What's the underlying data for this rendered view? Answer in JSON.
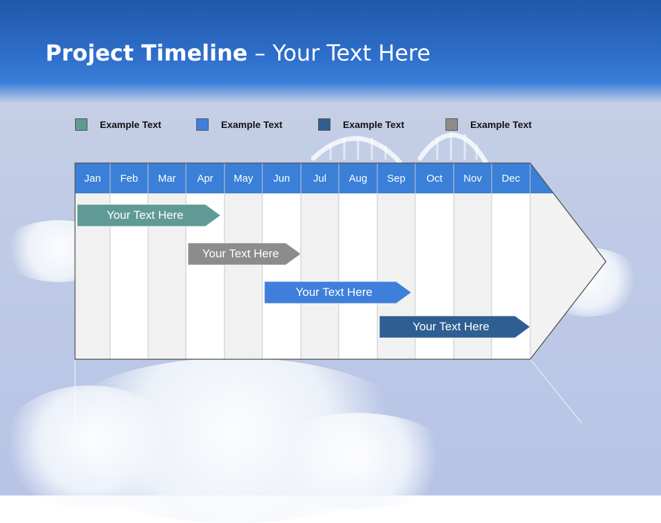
{
  "title": {
    "bold": "Project Timeline",
    "rest": " – Your Text Here"
  },
  "legend": [
    {
      "label": "Example Text",
      "color": "#5f9a94"
    },
    {
      "label": "Example Text",
      "color": "#3f7fdc"
    },
    {
      "label": "Example Text",
      "color": "#2f5f92"
    },
    {
      "label": "Example Text",
      "color": "#8c8c8c"
    }
  ],
  "timeline": {
    "months": [
      "Jan",
      "Feb",
      "Mar",
      "Apr",
      "May",
      "Jun",
      "Jul",
      "Aug",
      "Sep",
      "Oct",
      "Nov",
      "Dec"
    ],
    "header_color": "#3a7fd8",
    "bars": [
      {
        "label": "Your  Text Here",
        "start": 0,
        "end": 3.9,
        "color": "#5f9a94"
      },
      {
        "label": "Your  Text Here",
        "start": 3,
        "end": 6,
        "color": "#8c8c8c"
      },
      {
        "label": "Your  Text Here",
        "start": 5,
        "end": 8.9,
        "color": "#3f7fdc"
      },
      {
        "label": "Your  Text Here",
        "start": 8,
        "end": 12,
        "color": "#2f5f92"
      }
    ]
  }
}
